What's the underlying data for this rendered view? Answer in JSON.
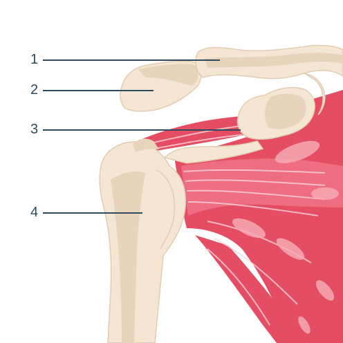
{
  "colors": {
    "bone_fill": "#f4e6d3",
    "bone_shadow": "#e8d4ba",
    "bone_outline": "#e2cdb2",
    "muscle_dark": "#e44d63",
    "muscle_mid": "#ef6d80",
    "muscle_light": "#f7a9b4",
    "muscle_stripe": "#fbd3d9",
    "callout": "#2d4a5e",
    "background": "#ffffff"
  },
  "callouts": [
    {
      "label": "1",
      "target": "clavicle"
    },
    {
      "label": "2",
      "target": "acromion"
    },
    {
      "label": "3",
      "target": "coracoid-process"
    },
    {
      "label": "4",
      "target": "humerus"
    }
  ]
}
